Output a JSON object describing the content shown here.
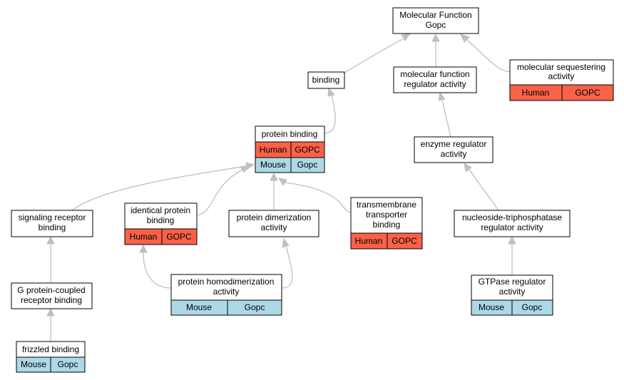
{
  "nodes": {
    "molecular_function": {
      "lines": [
        "Molecular Function",
        "Gopc"
      ]
    },
    "binding": {
      "lines": [
        "binding"
      ]
    },
    "mf_regulator": {
      "lines": [
        "molecular function",
        "regulator activity"
      ]
    },
    "molecular_sequestering": {
      "lines": [
        "molecular sequestering",
        "activity"
      ],
      "rows": [
        [
          "Human",
          "GOPC"
        ]
      ]
    },
    "protein_binding": {
      "lines": [
        "protein binding"
      ],
      "rows": [
        [
          "Human",
          "GOPC"
        ],
        [
          "Mouse",
          "Gopc"
        ]
      ]
    },
    "enzyme_regulator": {
      "lines": [
        "enzyme regulator",
        "activity"
      ]
    },
    "signaling_receptor": {
      "lines": [
        "signaling receptor",
        "binding"
      ]
    },
    "identical_protein": {
      "lines": [
        "identical protein",
        "binding"
      ],
      "rows": [
        [
          "Human",
          "GOPC"
        ]
      ]
    },
    "protein_dimerization": {
      "lines": [
        "protein dimerization",
        "activity"
      ]
    },
    "transmembrane": {
      "lines": [
        "transmembrane",
        "transporter",
        "binding"
      ],
      "rows": [
        [
          "Human",
          "GOPC"
        ]
      ]
    },
    "ntp_regulator": {
      "lines": [
        "nucleoside-triphosphatase",
        "regulator activity"
      ]
    },
    "gpcr_binding": {
      "lines": [
        "G protein-coupled",
        "receptor binding"
      ]
    },
    "protein_homodimerization": {
      "lines": [
        "protein homodimerization",
        "activity"
      ],
      "rows": [
        [
          "Mouse",
          "Gopc"
        ]
      ]
    },
    "gtpase_regulator": {
      "lines": [
        "GTPase regulator",
        "activity"
      ],
      "rows": [
        [
          "Mouse",
          "Gopc"
        ]
      ]
    },
    "frizzled": {
      "lines": [
        "frizzled binding"
      ],
      "rows": [
        [
          "Mouse",
          "Gopc"
        ]
      ]
    }
  },
  "colors": {
    "human": "#fa6148",
    "mouse": "#add8e6",
    "edge": "#c0c0c0"
  }
}
